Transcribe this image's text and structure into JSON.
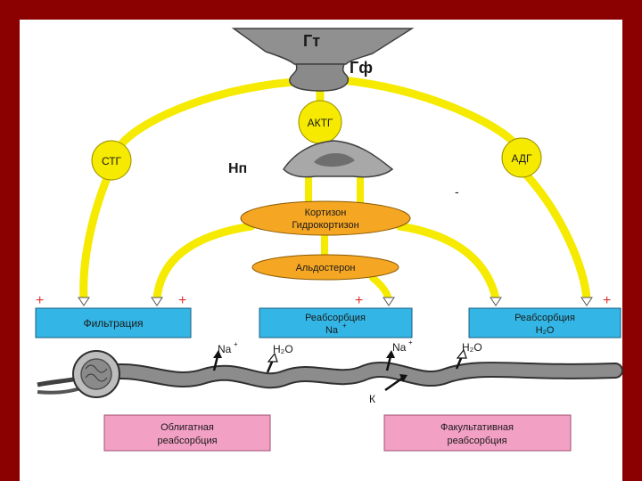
{
  "colors": {
    "frame": "#8b0000",
    "flow": "#f5ea00",
    "hormone_circle": "#f5ea00",
    "steroid_oval": "#f5a623",
    "process_box": "#33b6e5",
    "reabsorption_box": "#f2a0c4",
    "tissue": "#8c8c8c",
    "plus_sign": "#e03030"
  },
  "structures": {
    "hypothalamus": "Гт",
    "pituitary": "Гф",
    "adrenal": "Нп"
  },
  "hormones": {
    "actg": "АКТГ",
    "stg": "СТГ",
    "adg": "АДГ",
    "cortisol_line1": "Кортизон",
    "cortisol_line2": "Гидрокортизон",
    "aldosterone": "Альдостерон"
  },
  "processes": {
    "filtration": "Фильтрация",
    "reabs_na_line1": "Реабсорбция",
    "reabs_na_line2": "Na",
    "reabs_na_sup": "+",
    "reabs_water_line1": "Реабсорбция",
    "reabs_water_line2": "H₂O"
  },
  "signs": {
    "plus": "+",
    "minus": "-"
  },
  "tubule": {
    "na_label": "Na",
    "na_sup": "+",
    "water_label": "H₂O",
    "k_label": "К"
  },
  "reabsorption_types": {
    "obligate_line1": "Облигатная",
    "obligate_line2": "реабсорбция",
    "facultative_line1": "Факультативная",
    "facultative_line2": "реабсорбция"
  }
}
